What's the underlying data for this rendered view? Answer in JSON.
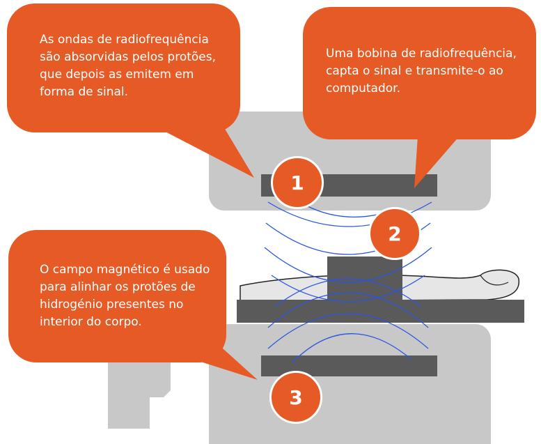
{
  "colors": {
    "accent": "#E55A25",
    "machine": "#c8c8c8",
    "coil": "#5a5a5a",
    "waves": "#2a55e0"
  },
  "bubbles": [
    {
      "text": "As ondas de radiofrequência são absorvidas pelos protões, que depois as emitem em forma de sinal."
    },
    {
      "text": "Uma bobina de radiofrequência, capta o sinal e transmite-o ao computador."
    },
    {
      "text": "O campo magnético é usado para alinhar os protões de hidrogénio presentes no interior do corpo."
    }
  ],
  "markers": [
    "1",
    "2",
    "3"
  ]
}
